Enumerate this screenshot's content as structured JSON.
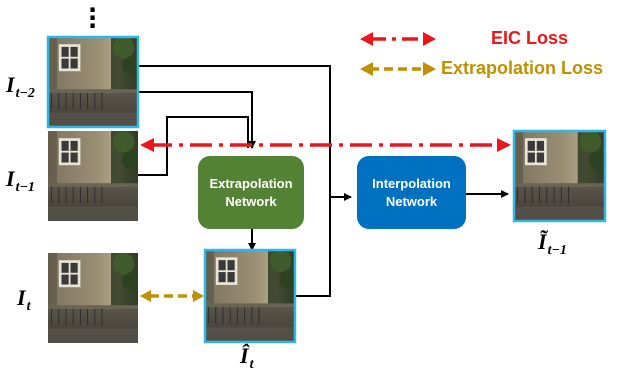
{
  "legend": {
    "eic_label": "EIC Loss",
    "extrap_label": "Extrapolation Loss",
    "eic_color": "#e8171b",
    "extrap_color": "#bf9000"
  },
  "inputs": [
    {
      "base": "I",
      "subscript": "t−2"
    },
    {
      "base": "I",
      "subscript": "t−1"
    },
    {
      "base": "I",
      "subscript": "t"
    }
  ],
  "outputs": {
    "extrapolated": {
      "base": "Î",
      "subscript": "t"
    },
    "interpolated": {
      "base": "Ĩ",
      "subscript": "t−1"
    }
  },
  "networks": {
    "extrapolation": {
      "label": "Extrapolation\nNetwork",
      "color": "#548235"
    },
    "interpolation": {
      "label": "Interpolation\nNetwork",
      "color": "#0070c0"
    }
  },
  "colors": {
    "frame_border": "#2fb7e8"
  }
}
